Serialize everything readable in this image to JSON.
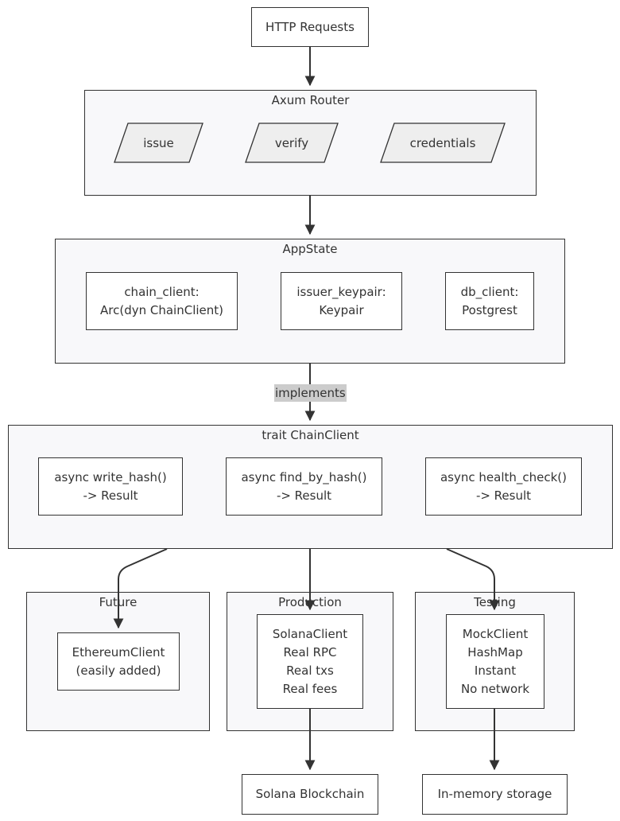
{
  "nodes": {
    "http": [
      "HTTP Requests"
    ],
    "chain_client": [
      "chain_client:",
      "Arc(dyn ChainClient)"
    ],
    "issuer_keypair": [
      "issuer_keypair:",
      "Keypair"
    ],
    "db_client": [
      "db_client:",
      "Postgrest"
    ],
    "write_hash": [
      "async write_hash()",
      "-> Result"
    ],
    "find_by_hash": [
      "async find_by_hash()",
      "-> Result"
    ],
    "health_check": [
      "async health_check()",
      "-> Result"
    ],
    "ethereum": [
      "EthereumClient",
      "(easily added)"
    ],
    "solana": [
      "SolanaClient",
      "Real RPC",
      "Real txs",
      "Real fees"
    ],
    "mock": [
      "MockClient",
      "HashMap",
      "Instant",
      "No network"
    ],
    "solana_chain": [
      "Solana Blockchain"
    ],
    "memory": [
      "In-memory storage"
    ]
  },
  "routes": {
    "issue": "issue",
    "verify": "verify",
    "credentials": "credentials"
  },
  "clusters": {
    "router": "Axum Router",
    "appstate": "AppState",
    "trait": "trait ChainClient",
    "future": "Future",
    "production": "Production",
    "testing": "Testing"
  },
  "edge_labels": {
    "implements": "implements"
  },
  "colors": {
    "stroke": "#333333",
    "cluster_fill": "#f8f8fa",
    "node_fill": "#ffffff",
    "route_fill": "#eeeeee",
    "edge_label_bg": "#cccccc"
  }
}
